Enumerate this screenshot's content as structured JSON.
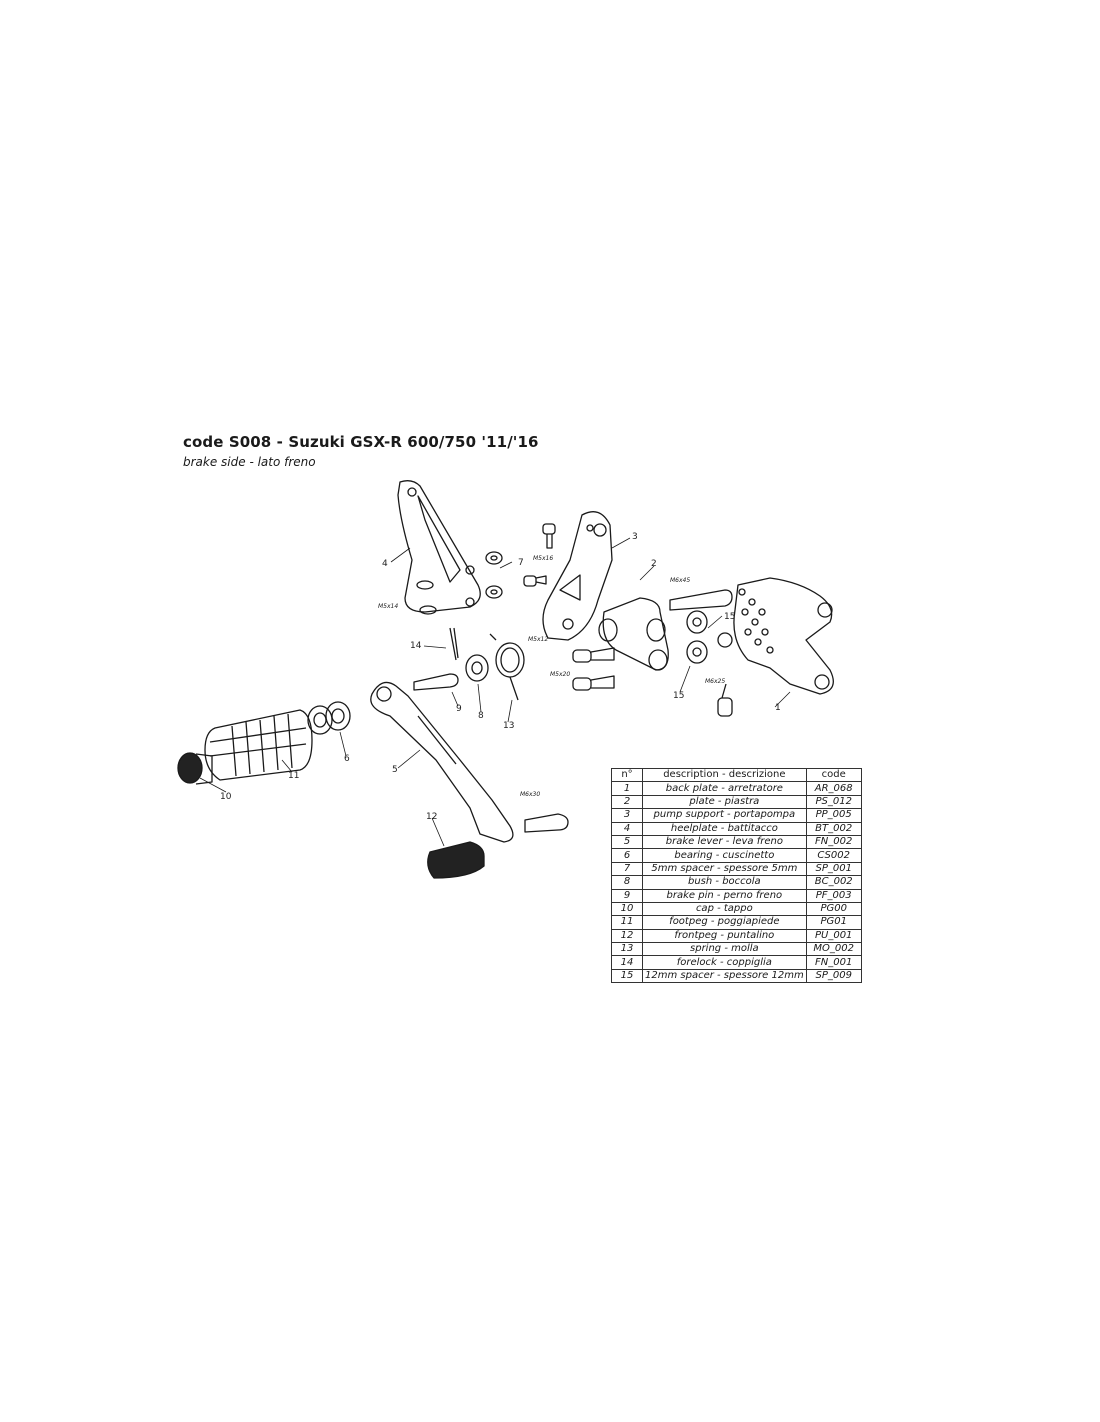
{
  "header": {
    "title": "code S008 - Suzuki GSX-R 600/750 '11/'16",
    "subtitle": "brake side - lato freno"
  },
  "diagram": {
    "part_labels": [
      "1",
      "2",
      "3",
      "4",
      "5",
      "6",
      "7",
      "8",
      "9",
      "10",
      "11",
      "12",
      "13",
      "14",
      "15",
      "15"
    ],
    "bolt_labels": [
      "M5x16",
      "M5x14",
      "M6x45",
      "M5x12",
      "M5x20",
      "M6x25",
      "M6x30"
    ]
  },
  "table": {
    "headers": {
      "n": "n°",
      "description": "description - descrizione",
      "code": "code"
    },
    "rows": [
      {
        "n": "1",
        "description": "back plate - arretratore",
        "code": "AR_068"
      },
      {
        "n": "2",
        "description": "plate - piastra",
        "code": "PS_012"
      },
      {
        "n": "3",
        "description": "pump support - portapompa",
        "code": "PP_005"
      },
      {
        "n": "4",
        "description": "heelplate - battitacco",
        "code": "BT_002"
      },
      {
        "n": "5",
        "description": "brake lever - leva freno",
        "code": "FN_002"
      },
      {
        "n": "6",
        "description": "bearing - cuscinetto",
        "code": "CS002"
      },
      {
        "n": "7",
        "description": "5mm spacer - spessore 5mm",
        "code": "SP_001"
      },
      {
        "n": "8",
        "description": "bush - boccola",
        "code": "BC_002"
      },
      {
        "n": "9",
        "description": "brake pin - perno freno",
        "code": "PF_003"
      },
      {
        "n": "10",
        "description": "cap - tappo",
        "code": "PG00"
      },
      {
        "n": "11",
        "description": "footpeg - poggiapiede",
        "code": "PG01"
      },
      {
        "n": "12",
        "description": "frontpeg - puntalino",
        "code": "PU_001"
      },
      {
        "n": "13",
        "description": "spring - molla",
        "code": "MO_002"
      },
      {
        "n": "14",
        "description": "forelock - coppiglia",
        "code": "FN_001"
      },
      {
        "n": "15",
        "description": "12mm spacer - spessore 12mm",
        "code": "SP_009"
      }
    ]
  }
}
